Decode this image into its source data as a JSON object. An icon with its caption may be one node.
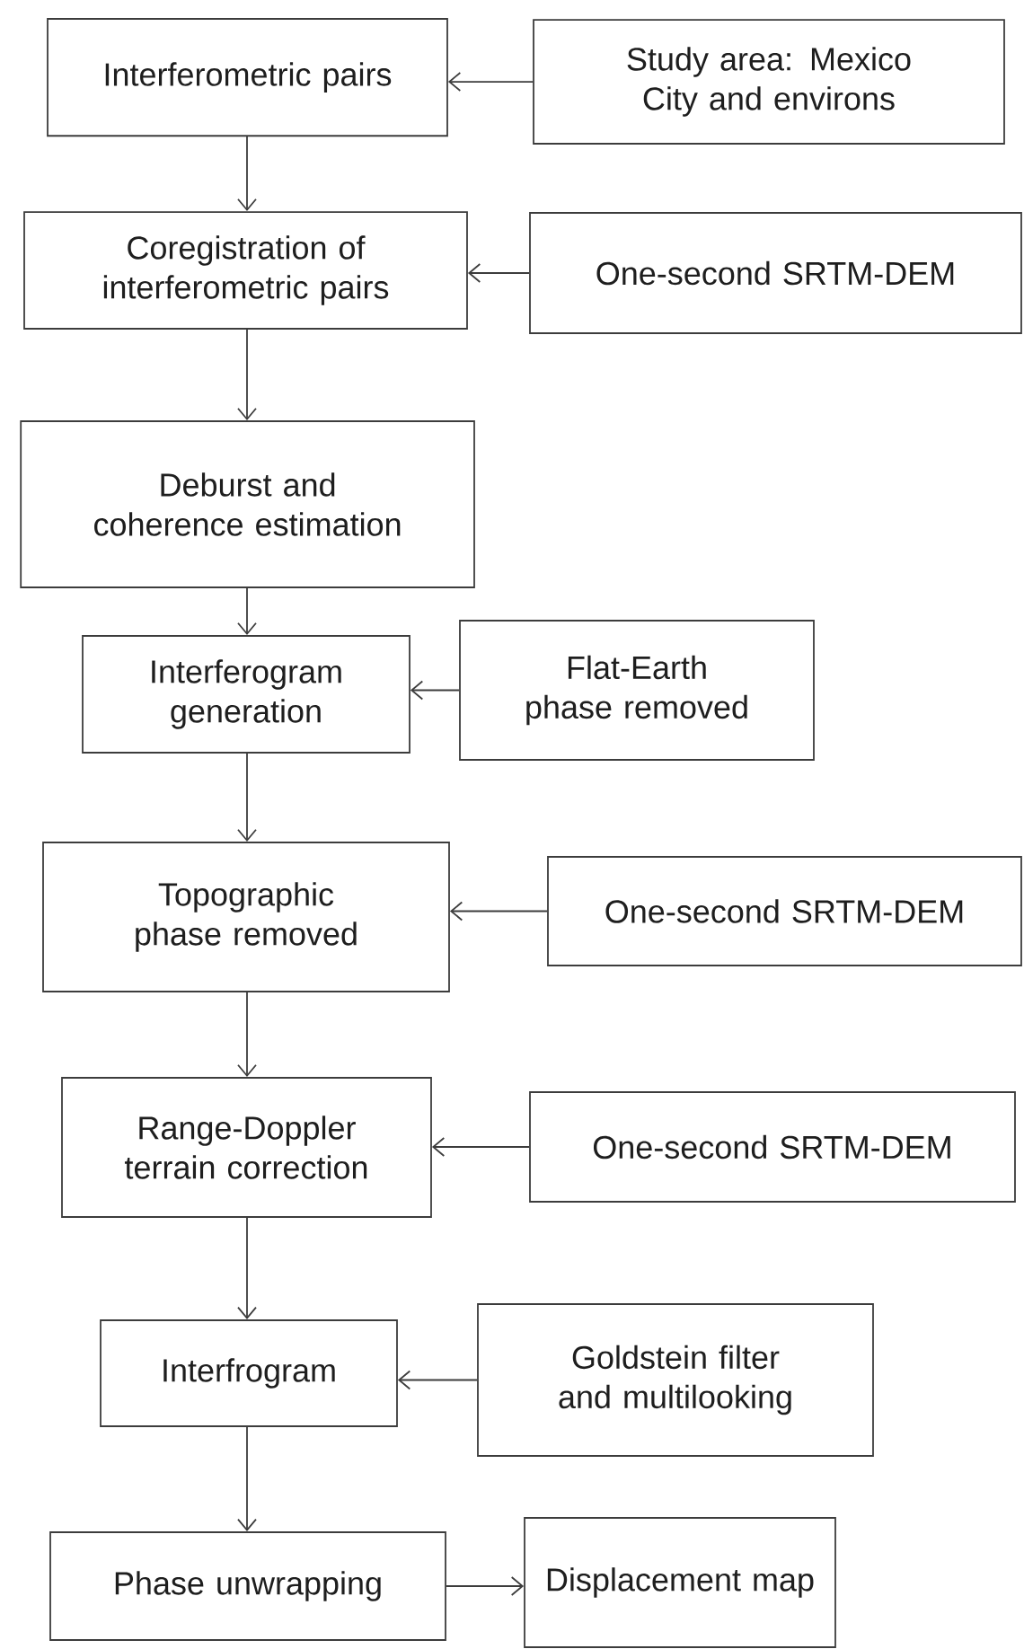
{
  "diagram": {
    "nodes": [
      {
        "text": [
          "Interferometric pairs"
        ]
      },
      {
        "text": [
          "Study area: Mexico City and environs"
        ]
      },
      {
        "text": [
          "Coregistration of interferometric pairs"
        ]
      },
      {
        "text": [
          "One-second SRTM-DEM"
        ]
      },
      {
        "text": [
          "Deburst and coherence estimation"
        ]
      },
      {
        "text": [
          "Interferogram generation"
        ]
      },
      {
        "text": [
          "Flat-Earth phase removed"
        ]
      },
      {
        "text": [
          "Topographic phase removed"
        ]
      },
      {
        "text": [
          "One-second SRTM-DEM"
        ]
      },
      {
        "text": [
          "Range-Doppler terrain correction"
        ]
      },
      {
        "text": [
          "One-second SRTM-DEM"
        ]
      },
      {
        "text": [
          "Interfrogram"
        ]
      },
      {
        "text": [
          "Goldstein filter and multilooking"
        ]
      },
      {
        "text": [
          "Phase unwrapping"
        ]
      },
      {
        "text": [
          "Displacement map"
        ]
      }
    ],
    "edges": [
      {
        "from": 1,
        "to": 0,
        "arrow": "to"
      },
      {
        "from": 0,
        "to": 2,
        "arrow": "to"
      },
      {
        "from": 3,
        "to": 2,
        "arrow": "to"
      },
      {
        "from": 2,
        "to": 4,
        "arrow": "to"
      },
      {
        "from": 4,
        "to": 5,
        "arrow": "to"
      },
      {
        "from": 6,
        "to": 5,
        "arrow": "to"
      },
      {
        "from": 5,
        "to": 7,
        "arrow": "to"
      },
      {
        "from": 8,
        "to": 7,
        "arrow": "to"
      },
      {
        "from": 7,
        "to": 9,
        "arrow": "to"
      },
      {
        "from": 10,
        "to": 9,
        "arrow": "to"
      },
      {
        "from": 9,
        "to": 11,
        "arrow": "to"
      },
      {
        "from": 12,
        "to": 11,
        "arrow": "to"
      },
      {
        "from": 11,
        "to": 13,
        "arrow": "to"
      },
      {
        "from": 13,
        "to": 14,
        "arrow": "to"
      }
    ]
  }
}
